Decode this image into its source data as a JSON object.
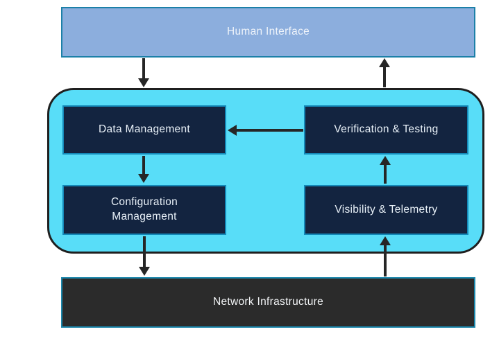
{
  "nodes": {
    "human_interface": {
      "label": "Human Interface"
    },
    "data_management": {
      "label": "Data Management"
    },
    "verification_testing": {
      "label": "Verification & Testing"
    },
    "configuration_management": {
      "label": "Configuration Management"
    },
    "visibility_telemetry": {
      "label": "Visibility & Telemetry"
    },
    "network_infrastructure": {
      "label": "Network Infrastructure"
    }
  },
  "edges": [
    {
      "from": "human_interface",
      "to": "automation_platform",
      "direction": "down"
    },
    {
      "from": "automation_platform",
      "to": "human_interface",
      "direction": "up"
    },
    {
      "from": "verification_testing",
      "to": "data_management",
      "direction": "left"
    },
    {
      "from": "data_management",
      "to": "configuration_management",
      "direction": "down"
    },
    {
      "from": "visibility_telemetry",
      "to": "verification_testing",
      "direction": "up"
    },
    {
      "from": "configuration_management",
      "to": "network_infrastructure",
      "direction": "down"
    },
    {
      "from": "network_infrastructure",
      "to": "visibility_telemetry",
      "direction": "up"
    }
  ],
  "colors": {
    "human_interface_fill": "#8caedd",
    "human_interface_border": "#1c80a8",
    "platform_fill": "#58ddf8",
    "platform_border": "#1f1f1f",
    "module_fill": "#132440",
    "module_border": "#1489b8",
    "infrastructure_fill": "#2b2b2b",
    "infrastructure_border": "#1b87ac",
    "arrow": "#262626",
    "text": "#e9f1f8"
  }
}
